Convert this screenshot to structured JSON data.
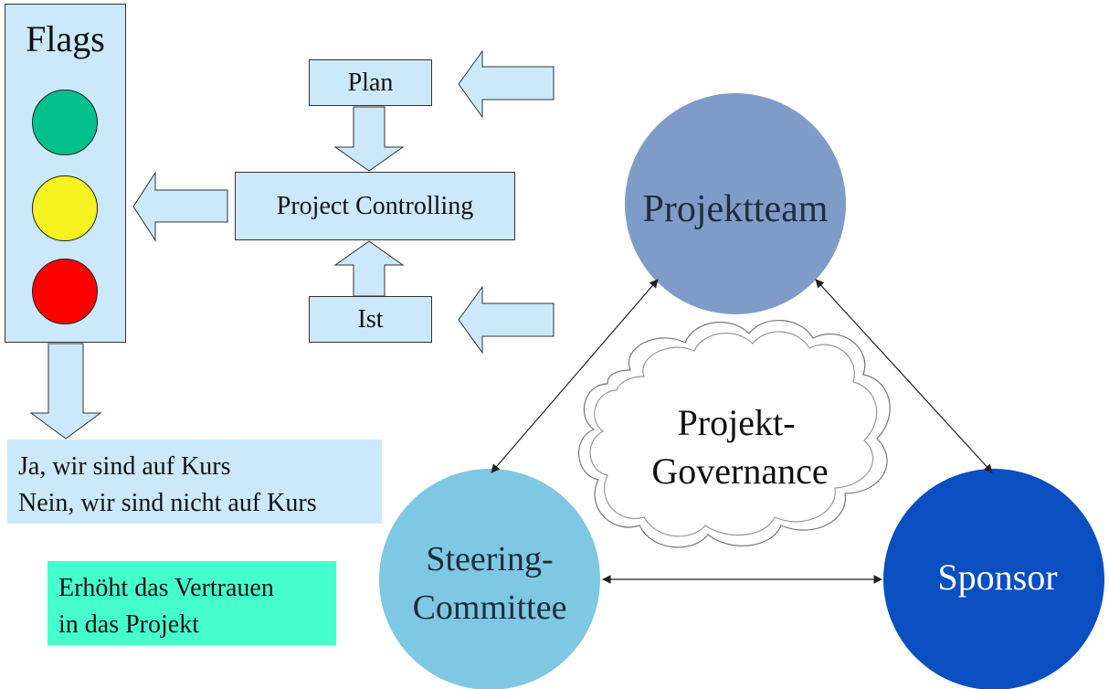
{
  "flags": {
    "title": "Flags",
    "lights": [
      {
        "name": "green-light",
        "color": "#00c08c"
      },
      {
        "name": "yellow-light",
        "color": "#f7f221"
      },
      {
        "name": "red-light",
        "color": "#ff0000"
      }
    ]
  },
  "controlling": {
    "plan_label": "Plan",
    "center_label": "Project Controlling",
    "ist_label": "Ist"
  },
  "answers": {
    "line1": "Ja, wir sind auf Kurs",
    "line2": "Nein, wir sind nicht auf Kurs"
  },
  "trust": {
    "line1": "Erhöht das Vertrauen",
    "line2": "in das Projekt"
  },
  "governance": {
    "projektteam": "Projektteam",
    "steering_line1": "Steering-",
    "steering_line2": "Committee",
    "sponsor": "Sponsor",
    "cloud_line1": "Projekt-",
    "cloud_line2": "Governance"
  },
  "colors": {
    "box_fill": "#cbe9fb",
    "projektteam": "#7f9cc8",
    "steering": "#7ec8e3",
    "sponsor": "#0a4fc2",
    "trust_fill": "#44ffcc"
  }
}
